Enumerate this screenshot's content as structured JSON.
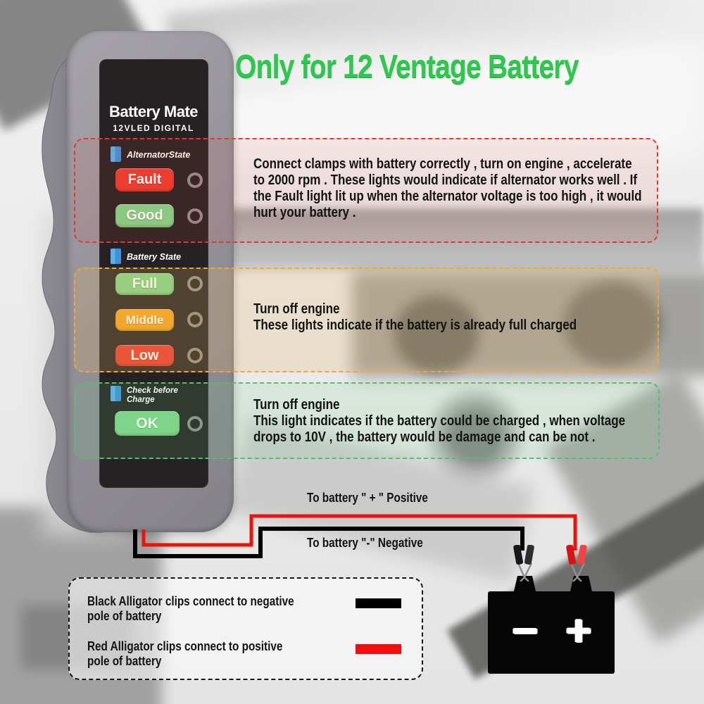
{
  "title": {
    "text": "Only for 12 Ventage Battery",
    "color": "#2dc84d"
  },
  "device": {
    "brand": "Battery Mate",
    "model": "12VLED DIGITAL",
    "sections": [
      {
        "label": "AlternatorState",
        "icon": "blue-tab-icon",
        "indicators": [
          {
            "label": "Fault",
            "color": "#ee3b2d"
          },
          {
            "label": "Good",
            "color": "#80d689"
          }
        ]
      },
      {
        "label": "Battery State",
        "icon": "blue-tab-icon",
        "indicators": [
          {
            "label": "Full",
            "color": "#80d689"
          },
          {
            "label": "Middle",
            "color": "#f5a31f"
          },
          {
            "label": "Low",
            "color": "#ee3b2d"
          }
        ]
      },
      {
        "label": "Check before\nCharge",
        "icon": "blue-tab-icon",
        "indicators": [
          {
            "label": "OK",
            "color": "#80d689"
          }
        ]
      }
    ]
  },
  "callouts": [
    {
      "accent": "#e03a2e",
      "text": "Connect clamps with battery correctly , turn on engine , accelerate\nto 2000 rpm . These lights would indicate if alternator works well . If\nthe Fault light lit up when the alternator voltage is too high , it would\nhurt your battery ."
    },
    {
      "accent": "#eaa83f",
      "text": "Turn off engine\nThese lights indicate if the battery is already full charged"
    },
    {
      "accent": "#4cc46a",
      "text": "Turn off engine\nThis light indicates if the battery could be charged , when voltage\ndrops to 10V , the battery would be damage and can be not ."
    }
  ],
  "wiring": {
    "positive_label": "To battery \" + \" Positive",
    "negative_label": "To battery \"-\" Negative",
    "positive_color": "#e8150d",
    "negative_color": "#000000"
  },
  "legend": [
    {
      "text": "Black Alligator clips connect to negative\npole of battery",
      "swatch": "#000000"
    },
    {
      "text": "Red Alligator clips connect to positive\npole of battery",
      "swatch": "#f50d0d"
    }
  ],
  "battery": {
    "negative_symbol": "−",
    "positive_symbol": "+"
  }
}
